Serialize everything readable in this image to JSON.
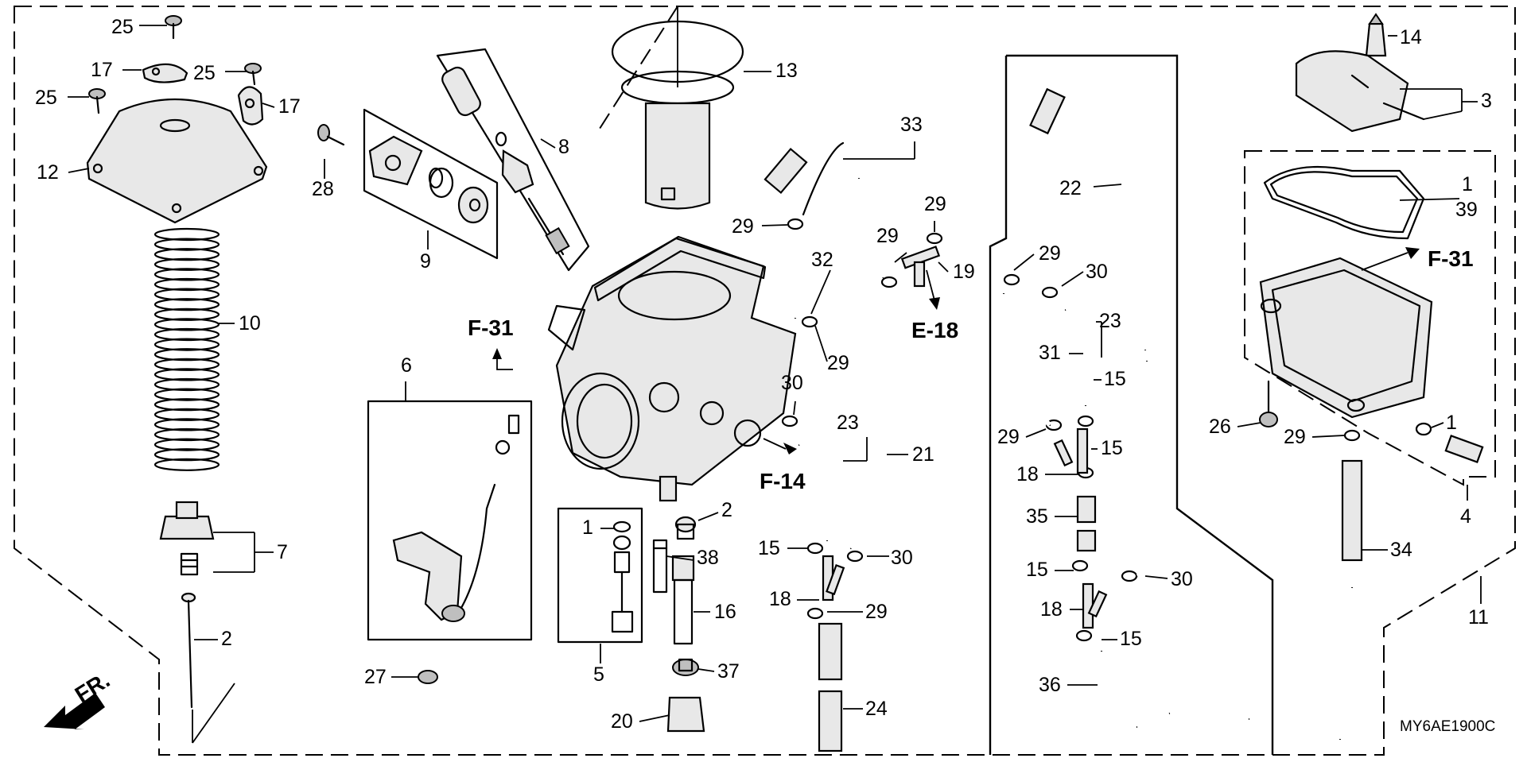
{
  "diagram_code": "MY6AE1900C",
  "direction_label": "FR.",
  "references": {
    "f31_left": "F-31",
    "f31_right": "F-31",
    "e18": "E-18",
    "f14": "F-14"
  },
  "callouts": {
    "c25a": "25",
    "c25b": "25",
    "c25c": "25",
    "c17a": "17",
    "c17b": "17",
    "c12": "12",
    "c10": "10",
    "c7": "7",
    "c2a": "2",
    "c28": "28",
    "c9": "9",
    "c8": "8",
    "c13": "13",
    "c6": "6",
    "c27": "27",
    "c1a": "1",
    "c5": "5",
    "c2b": "2",
    "c38": "38",
    "c16": "16",
    "c37": "37",
    "c20": "20",
    "c33": "33",
    "c29a": "29",
    "c29b": "29",
    "c29c": "29",
    "c29d": "29",
    "c32": "32",
    "c19": "19",
    "c30a": "30",
    "c23a": "23",
    "c21": "21",
    "c15a": "15",
    "c30b": "30",
    "c18a": "18",
    "c29e": "29",
    "c24": "24",
    "c22": "22",
    "c29f": "29",
    "c30c": "30",
    "c31": "31",
    "c23b": "23",
    "c15b": "15",
    "c29g": "29",
    "c15c": "15",
    "c18b": "18",
    "c35": "35",
    "c15d": "15",
    "c30d": "30",
    "c18c": "18",
    "c15e": "15",
    "c36": "36",
    "c14": "14",
    "c3": "3",
    "c1b": "1",
    "c39": "39",
    "c26": "26",
    "c29h": "29",
    "c1c": "1",
    "c4": "4",
    "c34": "34",
    "c11": "11"
  }
}
